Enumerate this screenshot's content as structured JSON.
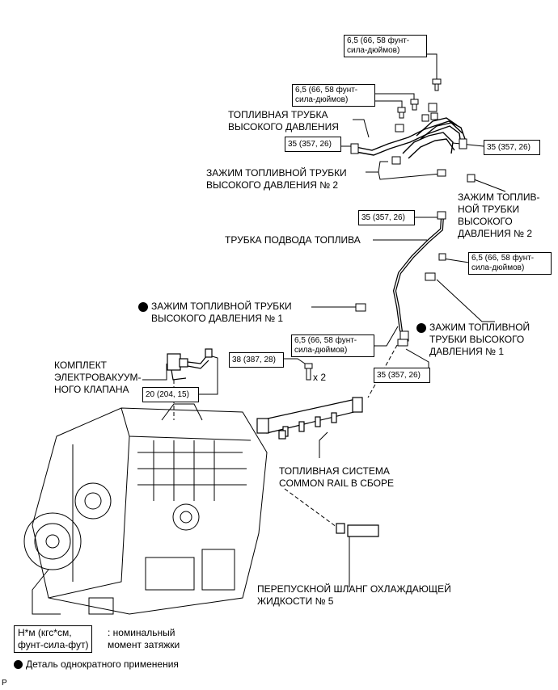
{
  "labels": {
    "high_pressure_pipe": "ТОПЛИВНАЯ ТРУБКА\nВЫСОКОГО ДАВЛЕНИЯ",
    "clamp_no2_left": "ЗАЖИМ ТОПЛИВНОЙ ТРУБКИ\nВЫСОКОГО ДАВЛЕНИЯ № 2",
    "clamp_no2_right": "ЗАЖИМ ТОПЛИВ-\nНОЙ ТРУБКИ\nВЫСОКОГО\nДАВЛЕНИЯ № 2",
    "fuel_inlet_pipe": "ТРУБКА ПОДВОДА ТОПЛИВА",
    "clamp_no1_left": "ЗАЖИМ ТОПЛИВНОЙ ТРУБКИ\nВЫСОКОГО ДАВЛЕНИЯ № 1",
    "clamp_no1_right": "ЗАЖИМ ТОПЛИВНОЙ\nТРУБКИ ВЫСОКОГО\nДАВЛЕНИЯ № 1",
    "vsv_assembly": "КОМПЛЕКТ\nЭЛЕКТРОВАКУУМ-\nНОГО КЛАПАНА",
    "common_rail": "ТОПЛИВНАЯ СИСТЕМА\nCOMMON RAIL В СБОРЕ",
    "bypass_hose": "ПЕРЕПУСКНОЙ ШЛАНГ ОХЛАЖДАЮЩЕЙ\nЖИДКОСТИ № 5",
    "times_two": "x 2"
  },
  "torques": {
    "t_top": "6,5 (66, 58 фунт-\nсила-дюймов)",
    "t_upper_left": "6,5 (66, 58 фунт-\nсила-дюймов)",
    "t_pipe_left": "35 (357, 26)",
    "t_pipe_right": "35 (357, 26)",
    "t_inlet_top": "35 (357, 26)",
    "t_inlet_clamp": "6,5 (66, 58 фунт-\nсила-дюймов)",
    "t_clamp_mid": "6,5 (66, 58 фунт-\nсила-дюймов)",
    "t_inlet_bottom": "35 (357, 26)",
    "t_rail_bolt": "38 (387, 28)",
    "t_vsv": "20 (204, 15)"
  },
  "legend": {
    "torque_units": "Н*м (кгс*см,\nфунт-сила-фут)",
    "torque_desc": ": номинальный\nмомент затяжки",
    "non_reusable": "Деталь однократного применения",
    "corner_code": "P"
  }
}
